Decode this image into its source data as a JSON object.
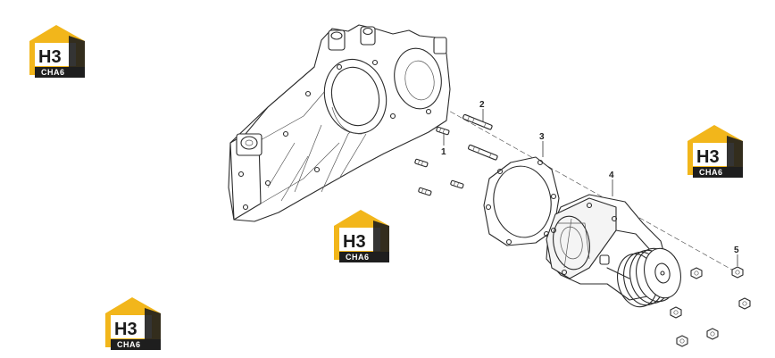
{
  "watermarks": [
    {
      "top": "H3",
      "bottom": "CHA6"
    },
    {
      "top": "H3",
      "bottom": "CHA6"
    },
    {
      "top": "H3",
      "bottom": "CHA6"
    },
    {
      "top": "H3",
      "bottom": "CHA6"
    }
  ],
  "callouts": [
    {
      "label": "1",
      "part": "stud"
    },
    {
      "label": "2",
      "part": "long stud"
    },
    {
      "label": "3",
      "part": "gasket"
    },
    {
      "label": "4",
      "part": "water pump"
    },
    {
      "label": "5",
      "part": "nut"
    }
  ],
  "colors": {
    "logo_gold": "#f2b61b",
    "logo_dark": "#1e1e1e",
    "line": "#2b2b2b"
  }
}
